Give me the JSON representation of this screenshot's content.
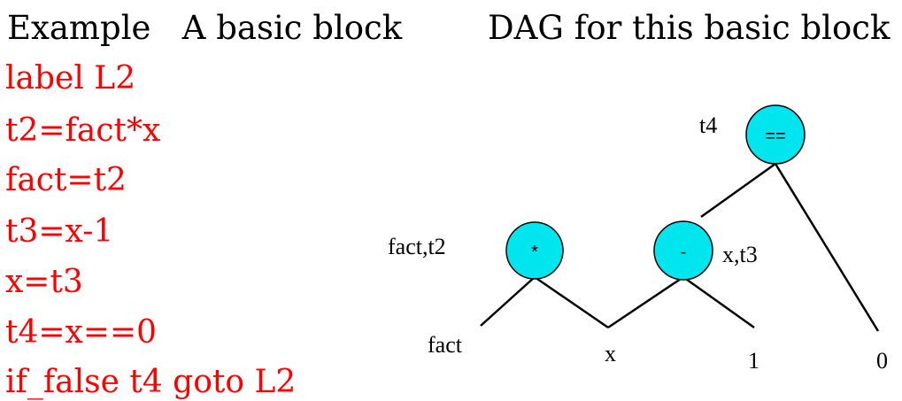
{
  "headings": {
    "example": "Example",
    "block": "A basic block",
    "dag": "DAG for this basic block"
  },
  "code_lines": [
    "label L2",
    "t2=fact*x",
    "fact=t2",
    "t3=x-1",
    "x=t3",
    "t4=x==0",
    "if_false t4 goto L2"
  ],
  "dag": {
    "node_eq": {
      "op": "==",
      "label": "t4"
    },
    "node_mul": {
      "op": "*",
      "label": "fact,t2"
    },
    "node_sub": {
      "op": "-",
      "label": "x,t3"
    },
    "leaves": {
      "fact": "fact",
      "x": "x",
      "one": "1",
      "zero": "0"
    },
    "colors": {
      "node_fill": "#00e5ee",
      "text_red": "#ff0000"
    }
  }
}
